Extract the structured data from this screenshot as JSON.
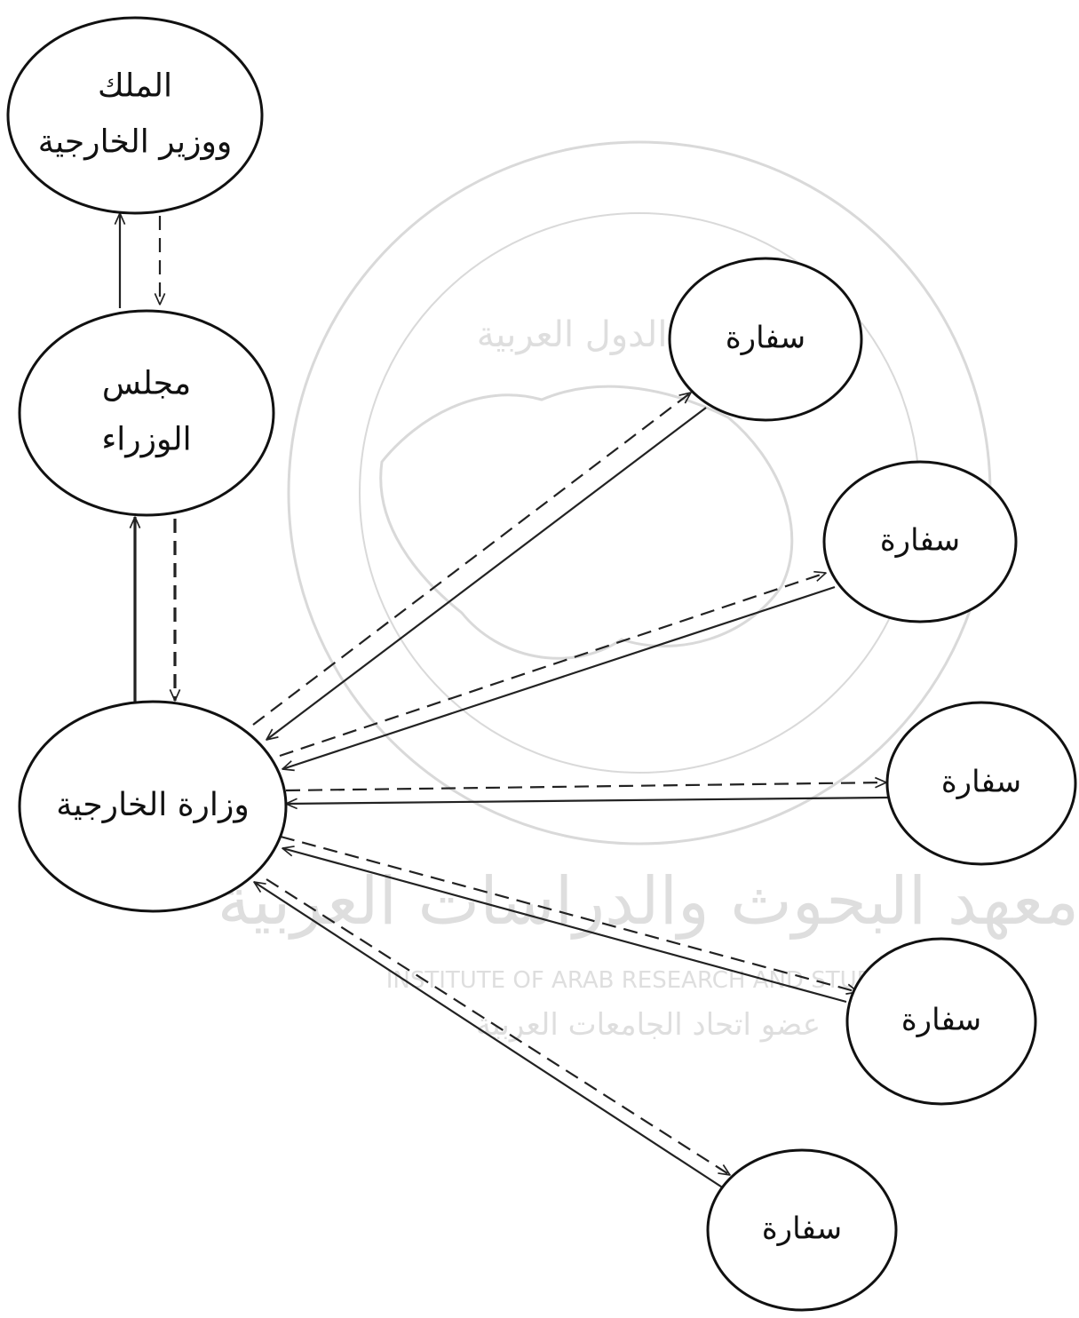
{
  "diagram": {
    "nodes": [
      {
        "id": "king",
        "lines": [
          "الملك",
          "ووزير الخارجية"
        ]
      },
      {
        "id": "council",
        "lines": [
          "مجلس",
          "الوزراء"
        ]
      },
      {
        "id": "ministry",
        "lines": [
          "وزارة الخارجية"
        ]
      },
      {
        "id": "embassy1",
        "lines": [
          "سفارة"
        ]
      },
      {
        "id": "embassy2",
        "lines": [
          "سفارة"
        ]
      },
      {
        "id": "embassy3",
        "lines": [
          "سفارة"
        ]
      },
      {
        "id": "embassy4",
        "lines": [
          "سفارة"
        ]
      },
      {
        "id": "embassy5",
        "lines": [
          "سفارة"
        ]
      }
    ],
    "edges": [
      {
        "from": "council",
        "to": "king",
        "style": "solid"
      },
      {
        "from": "king",
        "to": "council",
        "style": "dashed"
      },
      {
        "from": "ministry",
        "to": "council",
        "style": "solid"
      },
      {
        "from": "council",
        "to": "ministry",
        "style": "dashed"
      },
      {
        "from": "embassy1",
        "to": "ministry",
        "style": "solid"
      },
      {
        "from": "ministry",
        "to": "embassy1",
        "style": "dashed"
      },
      {
        "from": "embassy2",
        "to": "ministry",
        "style": "solid"
      },
      {
        "from": "ministry",
        "to": "embassy2",
        "style": "dashed"
      },
      {
        "from": "embassy3",
        "to": "ministry",
        "style": "solid"
      },
      {
        "from": "ministry",
        "to": "embassy3",
        "style": "dashed"
      },
      {
        "from": "embassy4",
        "to": "ministry",
        "style": "solid"
      },
      {
        "from": "ministry",
        "to": "embassy4",
        "style": "dashed"
      },
      {
        "from": "embassy5",
        "to": "ministry",
        "style": "solid"
      },
      {
        "from": "ministry",
        "to": "embassy5",
        "style": "dashed"
      }
    ]
  },
  "watermark": {
    "arc_text": "جامعة الدول العربية",
    "title_ar": "معهد البحوث والدراسات العربية",
    "title_en": "INSTITUTE OF ARAB RESEARCH AND STUDIES",
    "subtitle_ar": "عضو اتحاد الجامعات العربية"
  },
  "colors": {
    "ink": "#111111",
    "watermark": "#d9d9d9"
  }
}
